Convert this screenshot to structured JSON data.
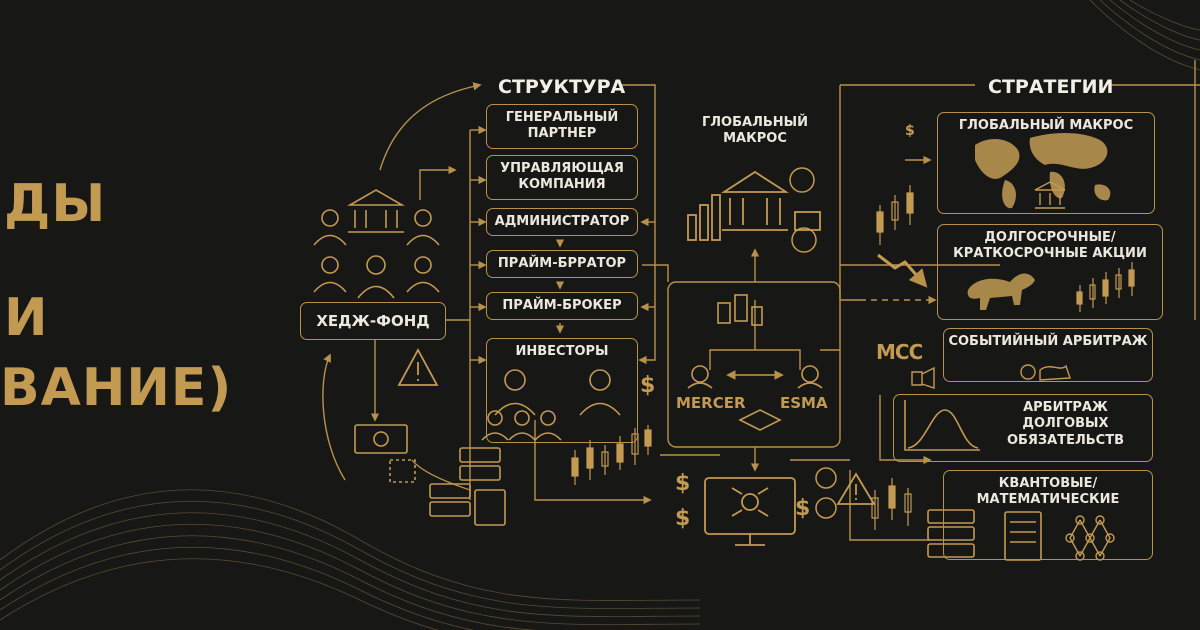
{
  "hero": {
    "line1": "ДЫ",
    "line2": "И",
    "line3": "ВАНИЕ)"
  },
  "headers": {
    "structure": "СТРУКТУРА",
    "strategies": "СТРАТЕГИИ"
  },
  "hedge_fund_label": "ХЕДЖ-ФОНД",
  "structure_items": [
    "ГЕНЕРАЛЬНЫЙ\nПАРТНЕР",
    "УПРАВЛЯЮЩАЯ\nКОМПАНИЯ",
    "АДМИНИСТРАТОР",
    "ПРАЙМ-БРРАТОР",
    "ПРАЙМ-БРОКЕР",
    "ИНВЕСТОРЫ"
  ],
  "global_macro_center": "ГЛОБАЛЬНЫЙ\nМАКРОС",
  "logos": {
    "mercer": "MERCER",
    "esma": "ESMA",
    "mcc": "MCC"
  },
  "strategy_items": [
    "ГЛОБАЛЬНЫЙ МАКРОС",
    "ДОЛГОСРОЧНЫЕ/\nКРАТКОСРОЧНЫЕ АКЦИИ",
    "СОБЫТИЙНЫЙ АРБИТРАЖ",
    "АРБИТРАЖ\nДОЛГОВЫХ\nОБЯЗАТЕЛЬСТВ",
    "КВАНТОВЫЕ/\nМАТЕМАТИЧЕСКИЕ"
  ],
  "icons": [
    "bank-icon",
    "people-icon",
    "warning-icon",
    "banknote-icon",
    "server-icon",
    "candlestick-chart-icon",
    "dollar-icon",
    "monitor-icon",
    "handshake-icon",
    "world-map-icon",
    "bull-icon",
    "normal-curve-icon",
    "network-icon"
  ],
  "colors": {
    "background": "#171716",
    "gold": "#c39a52",
    "text": "#ece8de",
    "line": "#b8924a"
  }
}
